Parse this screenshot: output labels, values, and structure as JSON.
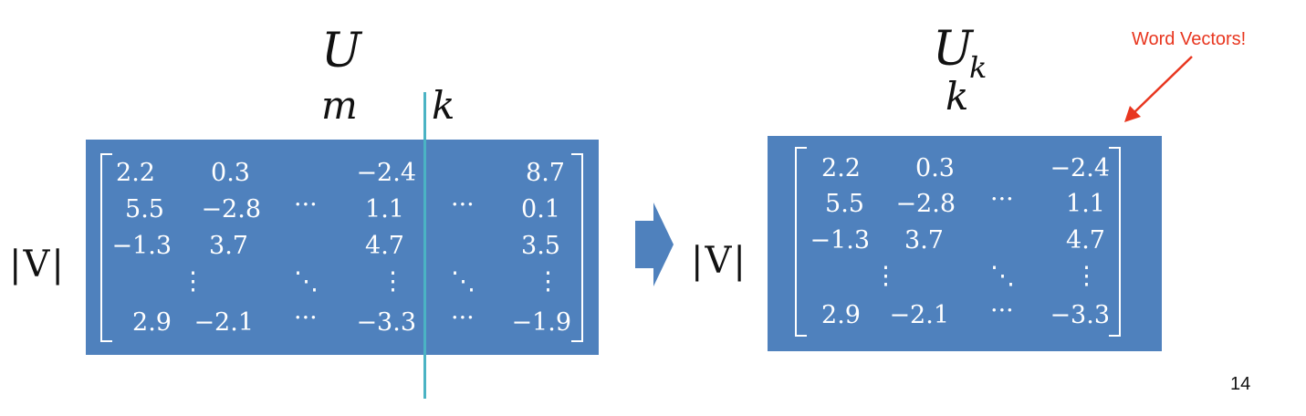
{
  "left": {
    "title": "U",
    "label_m": "m",
    "label_k": "k",
    "row_label": "|V|",
    "rows": [
      [
        "2.2",
        "0.3",
        "",
        "−2.4",
        "",
        "8.7"
      ],
      [
        "5.5",
        "−2.8",
        "···",
        "1.1",
        "···",
        "0.1"
      ],
      [
        "−1.3",
        "3.7",
        "",
        "4.7",
        "",
        "3.5"
      ],
      [
        "2.9",
        "−2.1",
        "···",
        "−3.3",
        "···",
        "−1.9"
      ]
    ],
    "vdots": "⋮",
    "ddots": "⋱"
  },
  "right": {
    "title": "U",
    "title_sub": "k",
    "label_k": "k",
    "row_label": "|V|",
    "rows": [
      [
        "2.2",
        "0.3",
        "",
        "−2.4"
      ],
      [
        "5.5",
        "−2.8",
        "···",
        "1.1"
      ],
      [
        "−1.3",
        "3.7",
        "",
        "4.7"
      ],
      [
        "2.9",
        "−2.1",
        "···",
        "−3.3"
      ]
    ],
    "vdots": "⋮",
    "ddots": "⋱"
  },
  "annotation": "Word Vectors!",
  "page_number": "14",
  "colors": {
    "matrix_fill": "#4f81bd",
    "cut_line": "#4bb3c4",
    "arrow": "#4f81bd",
    "annotation": "#e8361f"
  }
}
